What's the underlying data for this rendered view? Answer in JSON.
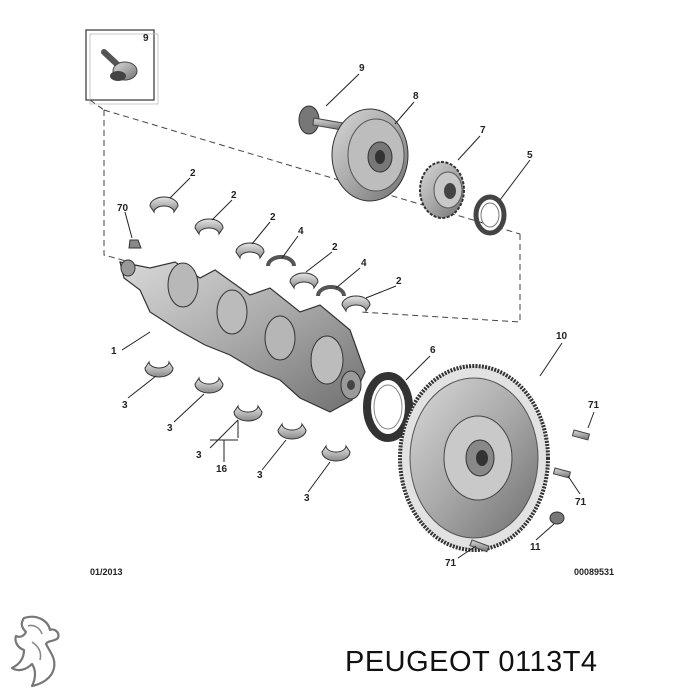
{
  "diagram": {
    "callouts": [
      {
        "id": "inset-9",
        "label": "9"
      },
      {
        "id": "bolt-9",
        "label": "9"
      },
      {
        "id": "pulley-8",
        "label": "8"
      },
      {
        "id": "sprocket-7",
        "label": "7"
      },
      {
        "id": "seal-5",
        "label": "5"
      },
      {
        "id": "pin-70",
        "label": "70"
      },
      {
        "id": "bearing-2a",
        "label": "2"
      },
      {
        "id": "bearing-2b",
        "label": "2"
      },
      {
        "id": "bearing-2c",
        "label": "2"
      },
      {
        "id": "washer-4a",
        "label": "4"
      },
      {
        "id": "bearing-2d",
        "label": "2"
      },
      {
        "id": "washer-4b",
        "label": "4"
      },
      {
        "id": "bearing-2e",
        "label": "2"
      },
      {
        "id": "crank-1",
        "label": "1"
      },
      {
        "id": "seal-6",
        "label": "6"
      },
      {
        "id": "flywheel-10",
        "label": "10"
      },
      {
        "id": "shell-3a",
        "label": "3"
      },
      {
        "id": "shell-3b",
        "label": "3"
      },
      {
        "id": "shell-3c",
        "label": "3"
      },
      {
        "id": "shell-3d",
        "label": "3"
      },
      {
        "id": "shell-3e",
        "label": "3"
      },
      {
        "id": "kit-16",
        "label": "16"
      },
      {
        "id": "dowel-71a",
        "label": "71"
      },
      {
        "id": "dowel-71b",
        "label": "71"
      },
      {
        "id": "dowel-71c",
        "label": "71"
      },
      {
        "id": "bolt-11",
        "label": "11"
      }
    ],
    "date_code": "01/2013",
    "reference_code": "00089531"
  },
  "caption": {
    "brand": "PEUGEOT",
    "part_number": "0113T4"
  },
  "logo": {
    "icon": "lion-icon"
  }
}
